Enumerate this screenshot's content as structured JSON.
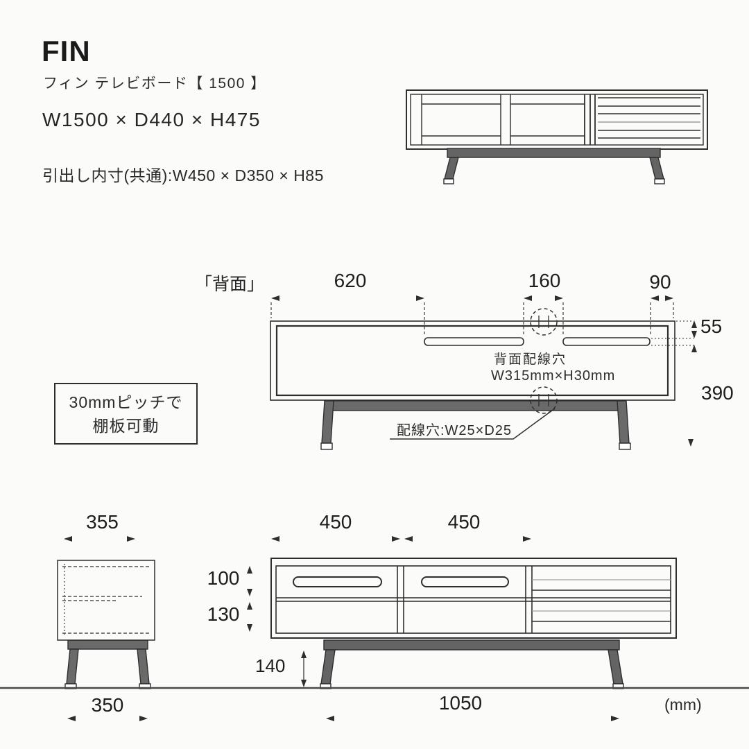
{
  "header": {
    "title": "FIN",
    "subtitle": "フィン テレビボード【 1500 】",
    "overall_size": "W1500 × D440 × H475",
    "drawer_note": "引出し内寸(共通):W450 × D350 × H85"
  },
  "rear_view": {
    "label": "「背面」",
    "dims": {
      "top_left": "620",
      "top_mid": "160",
      "top_right": "90",
      "right_upper": "55",
      "right_lower": "390"
    },
    "back_hole_line1": "背面配線穴",
    "back_hole_line2": "W315mm×H30mm",
    "wire_hole_note": "配線穴:W25×D25"
  },
  "note_box": {
    "line1": "30mmピッチで",
    "line2": "棚板可動"
  },
  "side_view": {
    "dim_width_top": "355",
    "dim_width_bottom": "350"
  },
  "front_view": {
    "dim_drawer_left": "450",
    "dim_drawer_right": "450",
    "dim_upper": "100",
    "dim_lower": "130",
    "dim_leg_height": "140",
    "dim_leg_span": "1050"
  },
  "footer": {
    "unit": "(mm)"
  },
  "colors": {
    "line": "#2e2e2e",
    "light_line": "#a0a0a0",
    "leg_fill": "#646464",
    "ground": "#4a4a4a",
    "background": "#fbfbfa"
  }
}
